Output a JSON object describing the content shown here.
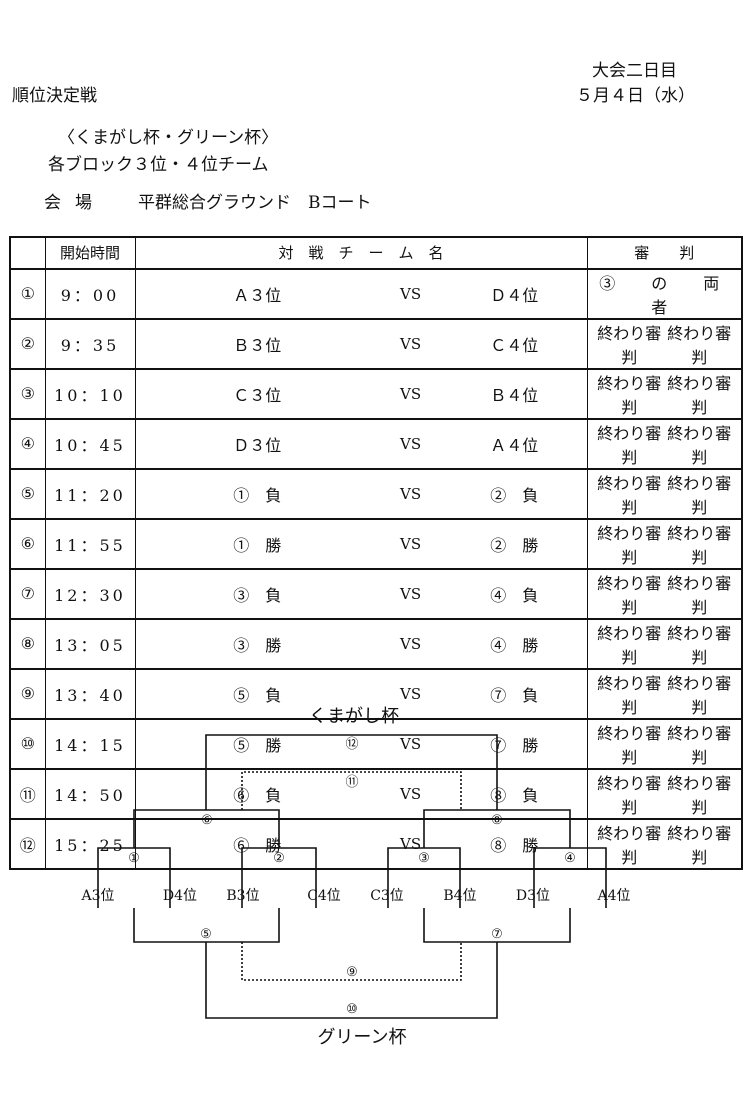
{
  "header": {
    "title": "順位決定戦",
    "day": "大会二日目",
    "date": "５月４日（水）",
    "cups": "〈くまがし杯・グリーン杯〉",
    "blocks": "各ブロック３位・４位チーム",
    "venue_label": "会場",
    "venue": "平群総合グラウンド　Bコート"
  },
  "table": {
    "headers": [
      "",
      "開始時間",
      "対　戦　チ　ー　ム　名",
      "審　　判"
    ],
    "vs": "VS",
    "rows": [
      {
        "no": "①",
        "time": "9：00",
        "team1": "Ａ３位",
        "team2": "Ｄ４位",
        "ref": [
          "③　の　両　者"
        ]
      },
      {
        "no": "②",
        "time": "9：35",
        "team1": "Ｂ３位",
        "team2": "Ｃ４位",
        "ref": [
          "終わり審判",
          "終わり審判"
        ]
      },
      {
        "no": "③",
        "time": "10：10",
        "team1": "Ｃ３位",
        "team2": "Ｂ４位",
        "ref": [
          "終わり審判",
          "終わり審判"
        ]
      },
      {
        "no": "④",
        "time": "10：45",
        "team1": "Ｄ３位",
        "team2": "Ａ４位",
        "ref": [
          "終わり審判",
          "終わり審判"
        ]
      },
      {
        "no": "⑤",
        "time": "11：20",
        "team1": "①　負",
        "team2": "②　負",
        "ref": [
          "終わり審判",
          "終わり審判"
        ]
      },
      {
        "no": "⑥",
        "time": "11：55",
        "team1": "①　勝",
        "team2": "②　勝",
        "ref": [
          "終わり審判",
          "終わり審判"
        ]
      },
      {
        "no": "⑦",
        "time": "12：30",
        "team1": "③　負",
        "team2": "④　負",
        "ref": [
          "終わり審判",
          "終わり審判"
        ]
      },
      {
        "no": "⑧",
        "time": "13：05",
        "team1": "③　勝",
        "team2": "④　勝",
        "ref": [
          "終わり審判",
          "終わり審判"
        ]
      },
      {
        "no": "⑨",
        "time": "13：40",
        "team1": "⑤　負",
        "team2": "⑦　負",
        "ref": [
          "終わり審判",
          "終わり審判"
        ]
      },
      {
        "no": "⑩",
        "time": "14：15",
        "team1": "⑤　勝",
        "team2": "⑦　勝",
        "ref": [
          "終わり審判",
          "終わり審判"
        ]
      },
      {
        "no": "⑪",
        "time": "14：50",
        "team1": "⑥　負",
        "team2": "⑧　負",
        "ref": [
          "終わり審判",
          "終わり審判"
        ]
      },
      {
        "no": "⑫",
        "time": "15：25",
        "team1": "⑥　勝",
        "team2": "⑧　勝",
        "ref": [
          "終わり審判",
          "終わり審判"
        ]
      }
    ]
  },
  "bracket": {
    "top_title": "くまがし杯",
    "bottom_title": "グリーン杯",
    "teams": [
      "A3位",
      "D4位",
      "B3位",
      "C4位",
      "C3位",
      "B4位",
      "D3位",
      "A4位"
    ],
    "match_labels": {
      "m1": "①",
      "m2": "②",
      "m3": "③",
      "m4": "④",
      "m5": "⑤",
      "m6": "⑥",
      "m7": "⑦",
      "m8": "⑧",
      "m9": "⑨",
      "m10": "⑩",
      "m11": "⑪",
      "m12": "⑫"
    }
  }
}
